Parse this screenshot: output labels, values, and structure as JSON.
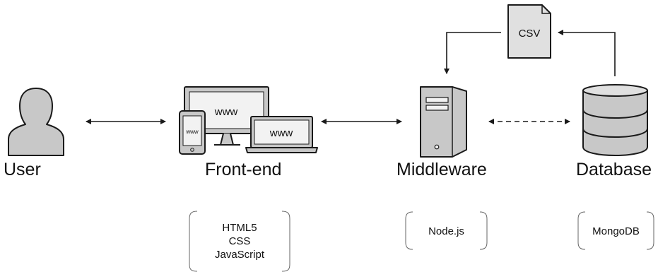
{
  "nodes": {
    "user": {
      "label": "User"
    },
    "frontend": {
      "label": "Front-end",
      "monitor_text": "www",
      "laptop_text": "www",
      "phone_text": "www",
      "tech": [
        "HTML5",
        "CSS",
        "JavaScript"
      ]
    },
    "middleware": {
      "label": "Middleware",
      "tech": [
        "Node.js"
      ]
    },
    "database": {
      "label": "Database",
      "tech": [
        "MongoDB"
      ]
    }
  },
  "csv": {
    "label": "CSV"
  },
  "colors": {
    "icon_fill": "#c8c8c8",
    "outline": "#1a1a1a",
    "screen": "#f2f2f2",
    "bracket": "#666666"
  },
  "icons": [
    "user-icon",
    "devices-icon",
    "server-icon",
    "database-icon",
    "document-icon"
  ]
}
